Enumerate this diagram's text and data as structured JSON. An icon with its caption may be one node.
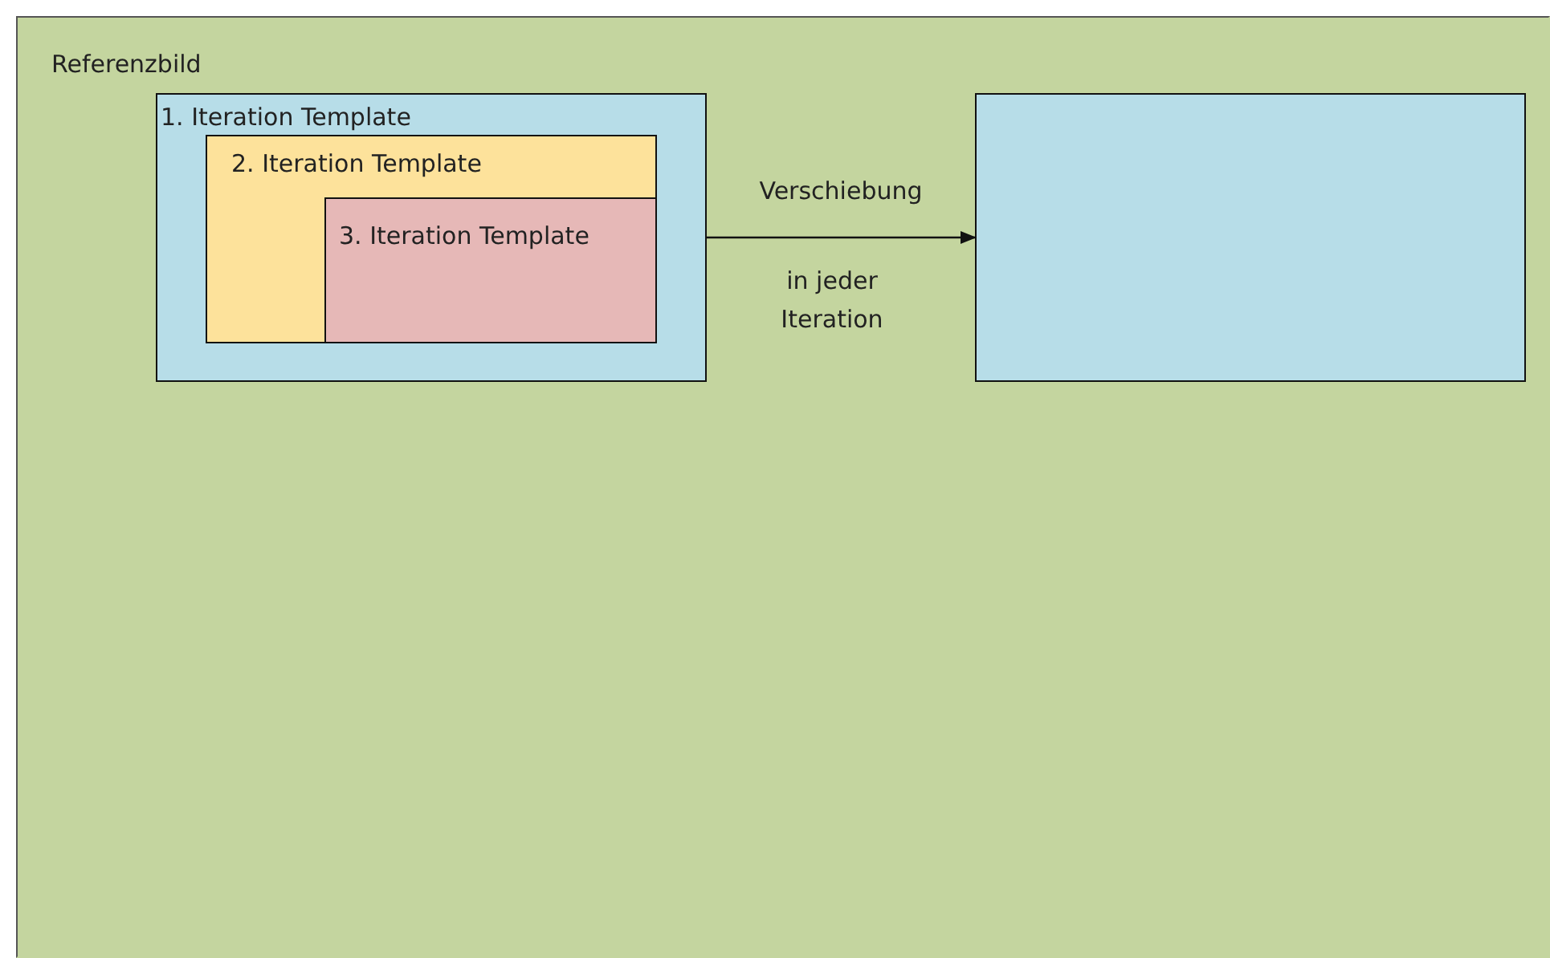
{
  "diagram": {
    "nodes": [
      {
        "text": [
          "Referenzbild"
        ]
      },
      {
        "text": [
          "1. Iteration Template"
        ],
        "in": 0
      },
      {
        "text": [
          "2. Iteration Template"
        ],
        "in": 1
      },
      {
        "text": [
          "3. Iteration Template"
        ],
        "in": 2
      },
      {
        "text": [],
        "shape": "box",
        "in": 0
      }
    ],
    "edges": [
      {
        "from": 1,
        "to": 4,
        "arrow": "to",
        "label": "Verschiebung"
      }
    ],
    "labels": [
      "in jeder Iteration"
    ]
  }
}
